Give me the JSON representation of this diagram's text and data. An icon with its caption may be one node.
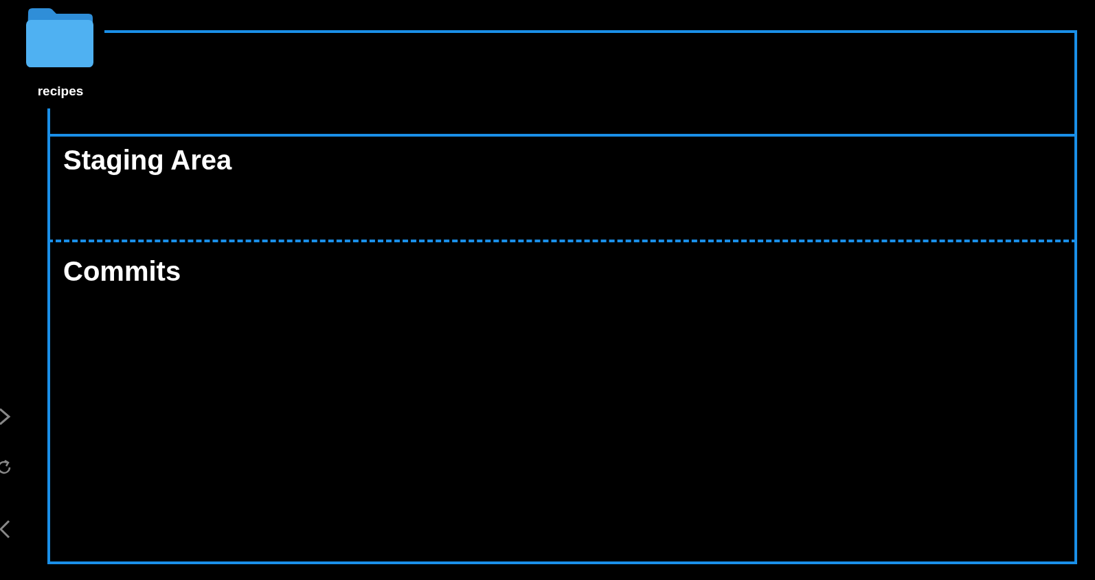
{
  "diagram": {
    "nodes": [
      {
        "text": [
          "recipes"
        ]
      },
      {
        "text": [],
        "shape": "box"
      },
      {
        "text": [
          "Staging Area"
        ]
      },
      {
        "text": [
          "Commits"
        ]
      }
    ],
    "edges": [
      {
        "from": 0,
        "to": 2,
        "arrow": "none"
      }
    ]
  }
}
